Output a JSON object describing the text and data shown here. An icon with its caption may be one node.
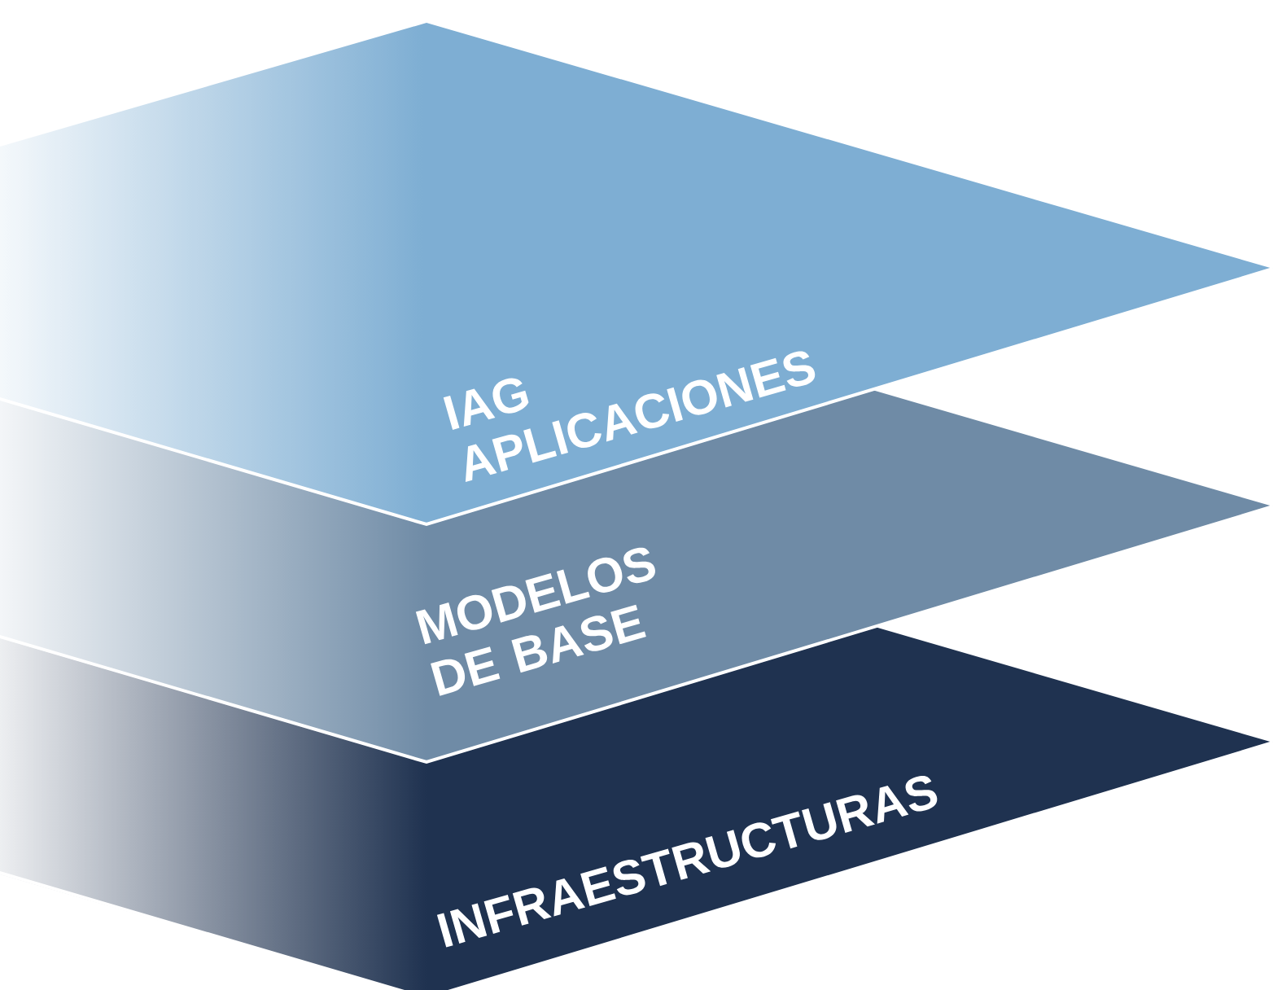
{
  "diagram": {
    "nodes": [
      {
        "text": [
          "IAG APLICACIONES"
        ]
      },
      {
        "text": [
          "MODELOS DE BASE"
        ]
      },
      {
        "text": [
          "INFRAESTRUCTURAS"
        ]
      }
    ]
  }
}
